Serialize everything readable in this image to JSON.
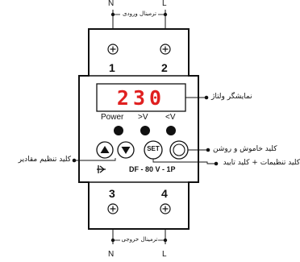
{
  "top_terminal_label": "ترمینال ورودی",
  "bottom_terminal_label": "ترمینال خروجی",
  "top_line_labels": {
    "left": "N",
    "right": "L"
  },
  "bottom_line_labels": {
    "left": "N",
    "right": "L"
  },
  "terminal_numbers": {
    "t1": "1",
    "t2": "2",
    "t3": "3",
    "t4": "4"
  },
  "display_value": "230",
  "indicator_labels": {
    "power": "Power",
    "over": ">V",
    "under": "<V"
  },
  "buttons": {
    "set": "SET"
  },
  "model_text": "DF - 80 V - 1P",
  "callouts": {
    "voltage_display": "نمایشگر ولتاژ",
    "power_key": "کلید خاموش و روشن",
    "settings_key": "کلید تنظیمات + کلید تایید",
    "adjust_keys": "کلید تنظیم مقادیر"
  },
  "colors": {
    "display_digits": "#e02020",
    "outline": "#111111",
    "indicator": "#111111"
  }
}
